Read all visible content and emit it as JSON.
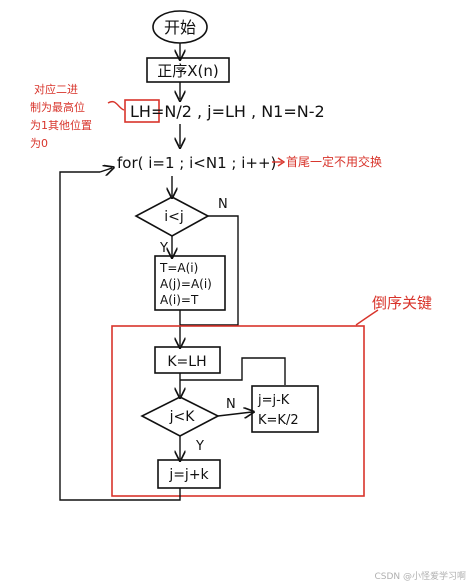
{
  "flowchart": {
    "start_label": "开始",
    "proc_call": "正序X(n)",
    "init_line": "LH=N/2 , j=LH , N1=N-2",
    "loop_line": "for( i=1 ; i<N1 ; i++)",
    "cond_i_lt_j": "i<j",
    "yes_label_1": "Y",
    "no_label_1": "N",
    "swap_lines": [
      "T=A(i)",
      "A(j)=A(i)",
      "A(i)=T"
    ],
    "k_assign": "K=LH",
    "cond_j_lt_k": "j<K",
    "no_label_2": "N",
    "yes_label_2": "Y",
    "update_lines": [
      "j=j-K",
      "K=K/2"
    ],
    "j_add": "j=j+k"
  },
  "annotations": {
    "left_note_lines": [
      "对应二进",
      "制为最高位",
      "为1其他位置",
      "为0"
    ],
    "loop_note": "首尾一定不用交换",
    "region_note": "倒序关键"
  },
  "footer": {
    "watermark": "CSDN @小怪爱学习啊"
  },
  "colors": {
    "ink": "#111111",
    "annotation_red": "#d8342b"
  }
}
